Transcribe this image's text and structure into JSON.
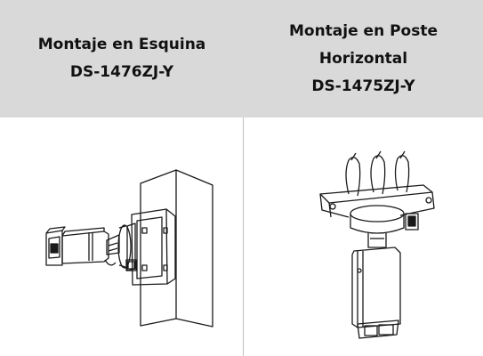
{
  "header": {
    "left": {
      "line1": "Montaje en Esquina",
      "line2": "DS-1476ZJ-Y"
    },
    "right": {
      "line1": "Montaje en Poste",
      "line2": "Horizontal",
      "line3": "DS-1475ZJ-Y"
    }
  },
  "colors": {
    "header_bg": "#d9d9d9",
    "line_art": "#1a1a1a"
  },
  "illustrations": {
    "left": "camera-corner-mount-illustration",
    "right": "camera-pole-mount-illustration"
  }
}
